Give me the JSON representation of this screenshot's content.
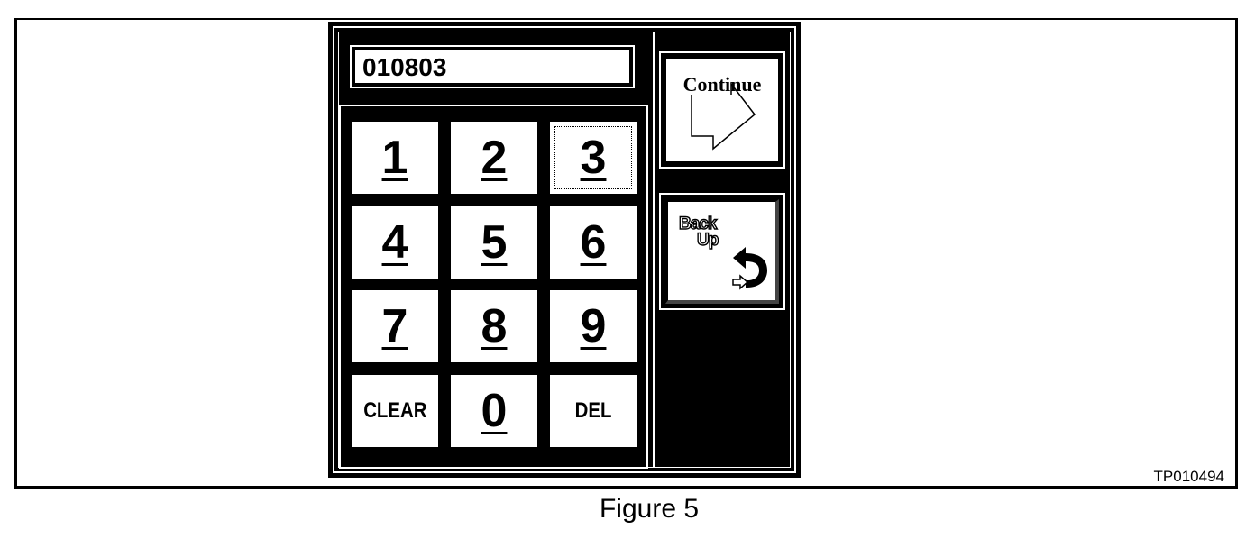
{
  "display": {
    "value": "010803"
  },
  "keypad": {
    "keys": [
      {
        "label": "1",
        "type": "digit"
      },
      {
        "label": "2",
        "type": "digit"
      },
      {
        "label": "3",
        "type": "digit",
        "focused": true
      },
      {
        "label": "4",
        "type": "digit"
      },
      {
        "label": "5",
        "type": "digit"
      },
      {
        "label": "6",
        "type": "digit"
      },
      {
        "label": "7",
        "type": "digit"
      },
      {
        "label": "8",
        "type": "digit"
      },
      {
        "label": "9",
        "type": "digit"
      },
      {
        "label": "CLEAR",
        "type": "word"
      },
      {
        "label": "0",
        "type": "digit"
      },
      {
        "label": "DEL",
        "type": "word"
      }
    ]
  },
  "continue_button": {
    "label": "Continue",
    "icon": "right-arrow-icon"
  },
  "backup_button": {
    "label_line1": "Back",
    "label_line2": "Up",
    "icon": "curved-back-arrow-icon"
  },
  "figure": {
    "code": "TP010494",
    "caption": "Figure 5"
  }
}
